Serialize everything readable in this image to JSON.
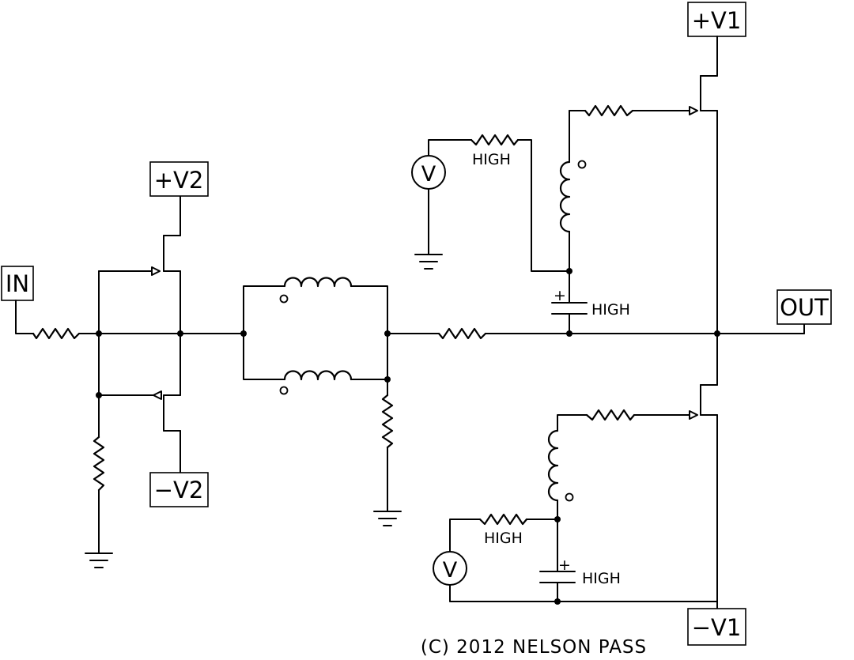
{
  "terminals": {
    "in": "IN",
    "out": "OUT",
    "pos_v1": "+V1",
    "neg_v1": "−V1",
    "pos_v2": "+V2",
    "neg_v2": "−V2"
  },
  "labels": {
    "high_resistor_upper": "HIGH",
    "high_cap_upper": "HIGH",
    "high_resistor_lower": "HIGH",
    "high_cap_lower": "HIGH",
    "cap_polarity": "+",
    "meter_symbol": "V"
  },
  "copyright": "(C) 2012 NELSON PASS"
}
